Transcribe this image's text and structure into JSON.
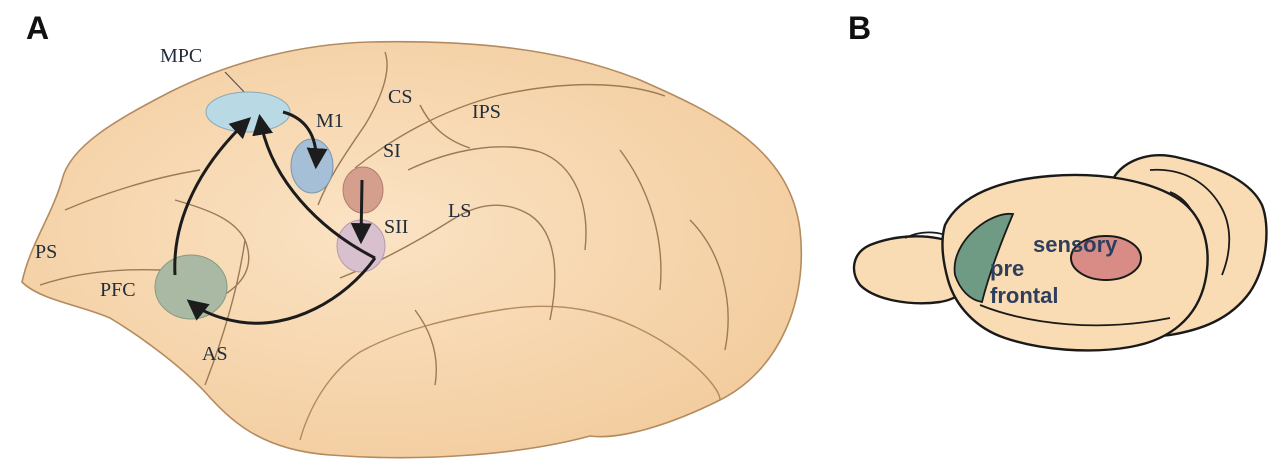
{
  "panel_a": {
    "letter": "A",
    "regions": {
      "mpc": "MPC",
      "m1": "M1",
      "si": "SI",
      "sii": "SII",
      "pfc": "PFC"
    },
    "landmarks": {
      "cs": "CS",
      "ips": "IPS",
      "ls": "LS",
      "ps": "PS",
      "as": "AS"
    }
  },
  "panel_b": {
    "letter": "B",
    "regions": {
      "sensory": "sensory",
      "prefrontal_line1": "pre",
      "prefrontal_line2": "frontal"
    }
  },
  "colors": {
    "brain_fill": "#f7d6ad",
    "outline": "#9b7a55",
    "mouse_outline": "#1a1a1a",
    "mpc": "#b9d9e4",
    "m1": "#a5bfd6",
    "si": "#d4a08d",
    "sii": "#d9c0cf",
    "pfc": "#a9b9a4",
    "mouse_prefrontal": "#6f9a84",
    "mouse_sensory": "#d98b86"
  }
}
